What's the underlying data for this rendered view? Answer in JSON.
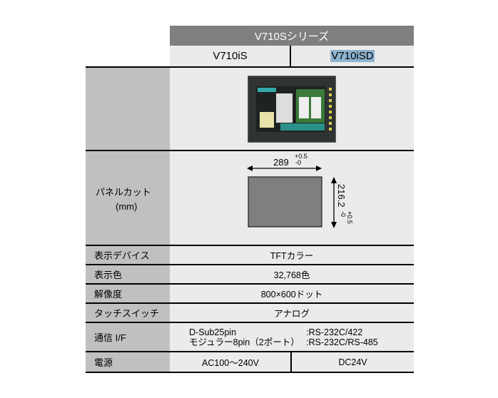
{
  "header": {
    "series": "V710Sシリーズ",
    "models": [
      "V710iS",
      "V710iSD"
    ]
  },
  "rows": {
    "panel_cut": {
      "label": "パネルカット",
      "unit": "(mm)",
      "width": "289",
      "width_tol_plus": "+0.5",
      "width_tol_minus": "-0",
      "height": "216.2",
      "height_tol_plus": "+0.5",
      "height_tol_minus": "-0"
    },
    "display_device": {
      "label": "表示デバイス",
      "value": "TFTカラー"
    },
    "display_colors": {
      "label": "表示色",
      "value": "32,768色"
    },
    "resolution": {
      "label": "解像度",
      "value": "800×600ドット"
    },
    "touch_switch": {
      "label": "タッチスイッチ",
      "value": "アナログ"
    },
    "comm": {
      "label": "通信 I/F",
      "lines": [
        {
          "port": "D-Sub25pin",
          "spec": ":RS-232C/422"
        },
        {
          "port": "モジュラー8pin（2ポート）",
          "spec": ":RS-232C/RS-485"
        }
      ]
    },
    "power": {
      "label": "電源",
      "values": [
        "AC100～240V",
        "DC24V"
      ]
    }
  }
}
